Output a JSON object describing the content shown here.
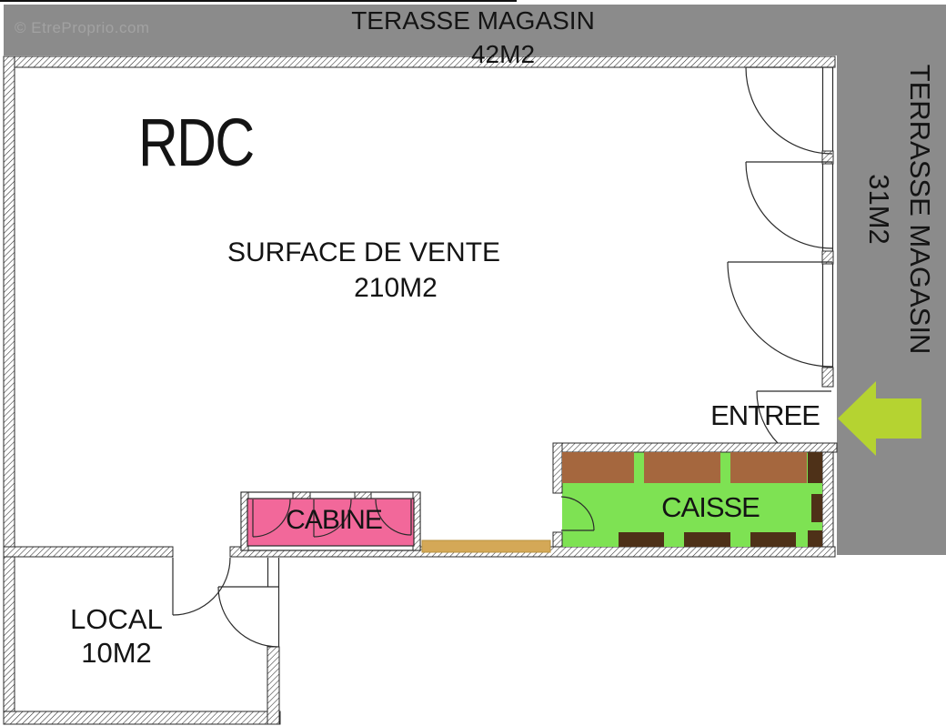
{
  "watermark": "© EtreProprio.com",
  "floor": {
    "title": "RDC"
  },
  "areas": {
    "terrace_top": {
      "name": "TERASSE MAGASIN",
      "size": "42M2"
    },
    "terrace_right": {
      "name": "TERRASSE MAGASIN",
      "size": "31M2"
    },
    "sales_floor": {
      "name": "SURFACE DE VENTE",
      "size": "210M2"
    },
    "entrance": {
      "name": "ENTREE"
    },
    "checkout": {
      "name": "CAISSE"
    },
    "fitting_room": {
      "name": "CABINE"
    },
    "storage": {
      "name": "LOCAL",
      "size": "10M2"
    }
  },
  "icons": {
    "entrance_arrow": "left-arrow"
  },
  "colors": {
    "terrace_gray": "#8b8b8b",
    "watermark_gray": "#a2a2a2",
    "arrow_green": "#b5d331",
    "checkout_green": "#7ee253",
    "counter_brown": "#a5673e",
    "block_brown": "#4e3118",
    "fitting_pink": "#f2689a",
    "bench_tan": "#d4a857",
    "wall_line": "#2b2b2b",
    "text_black": "#141414"
  }
}
